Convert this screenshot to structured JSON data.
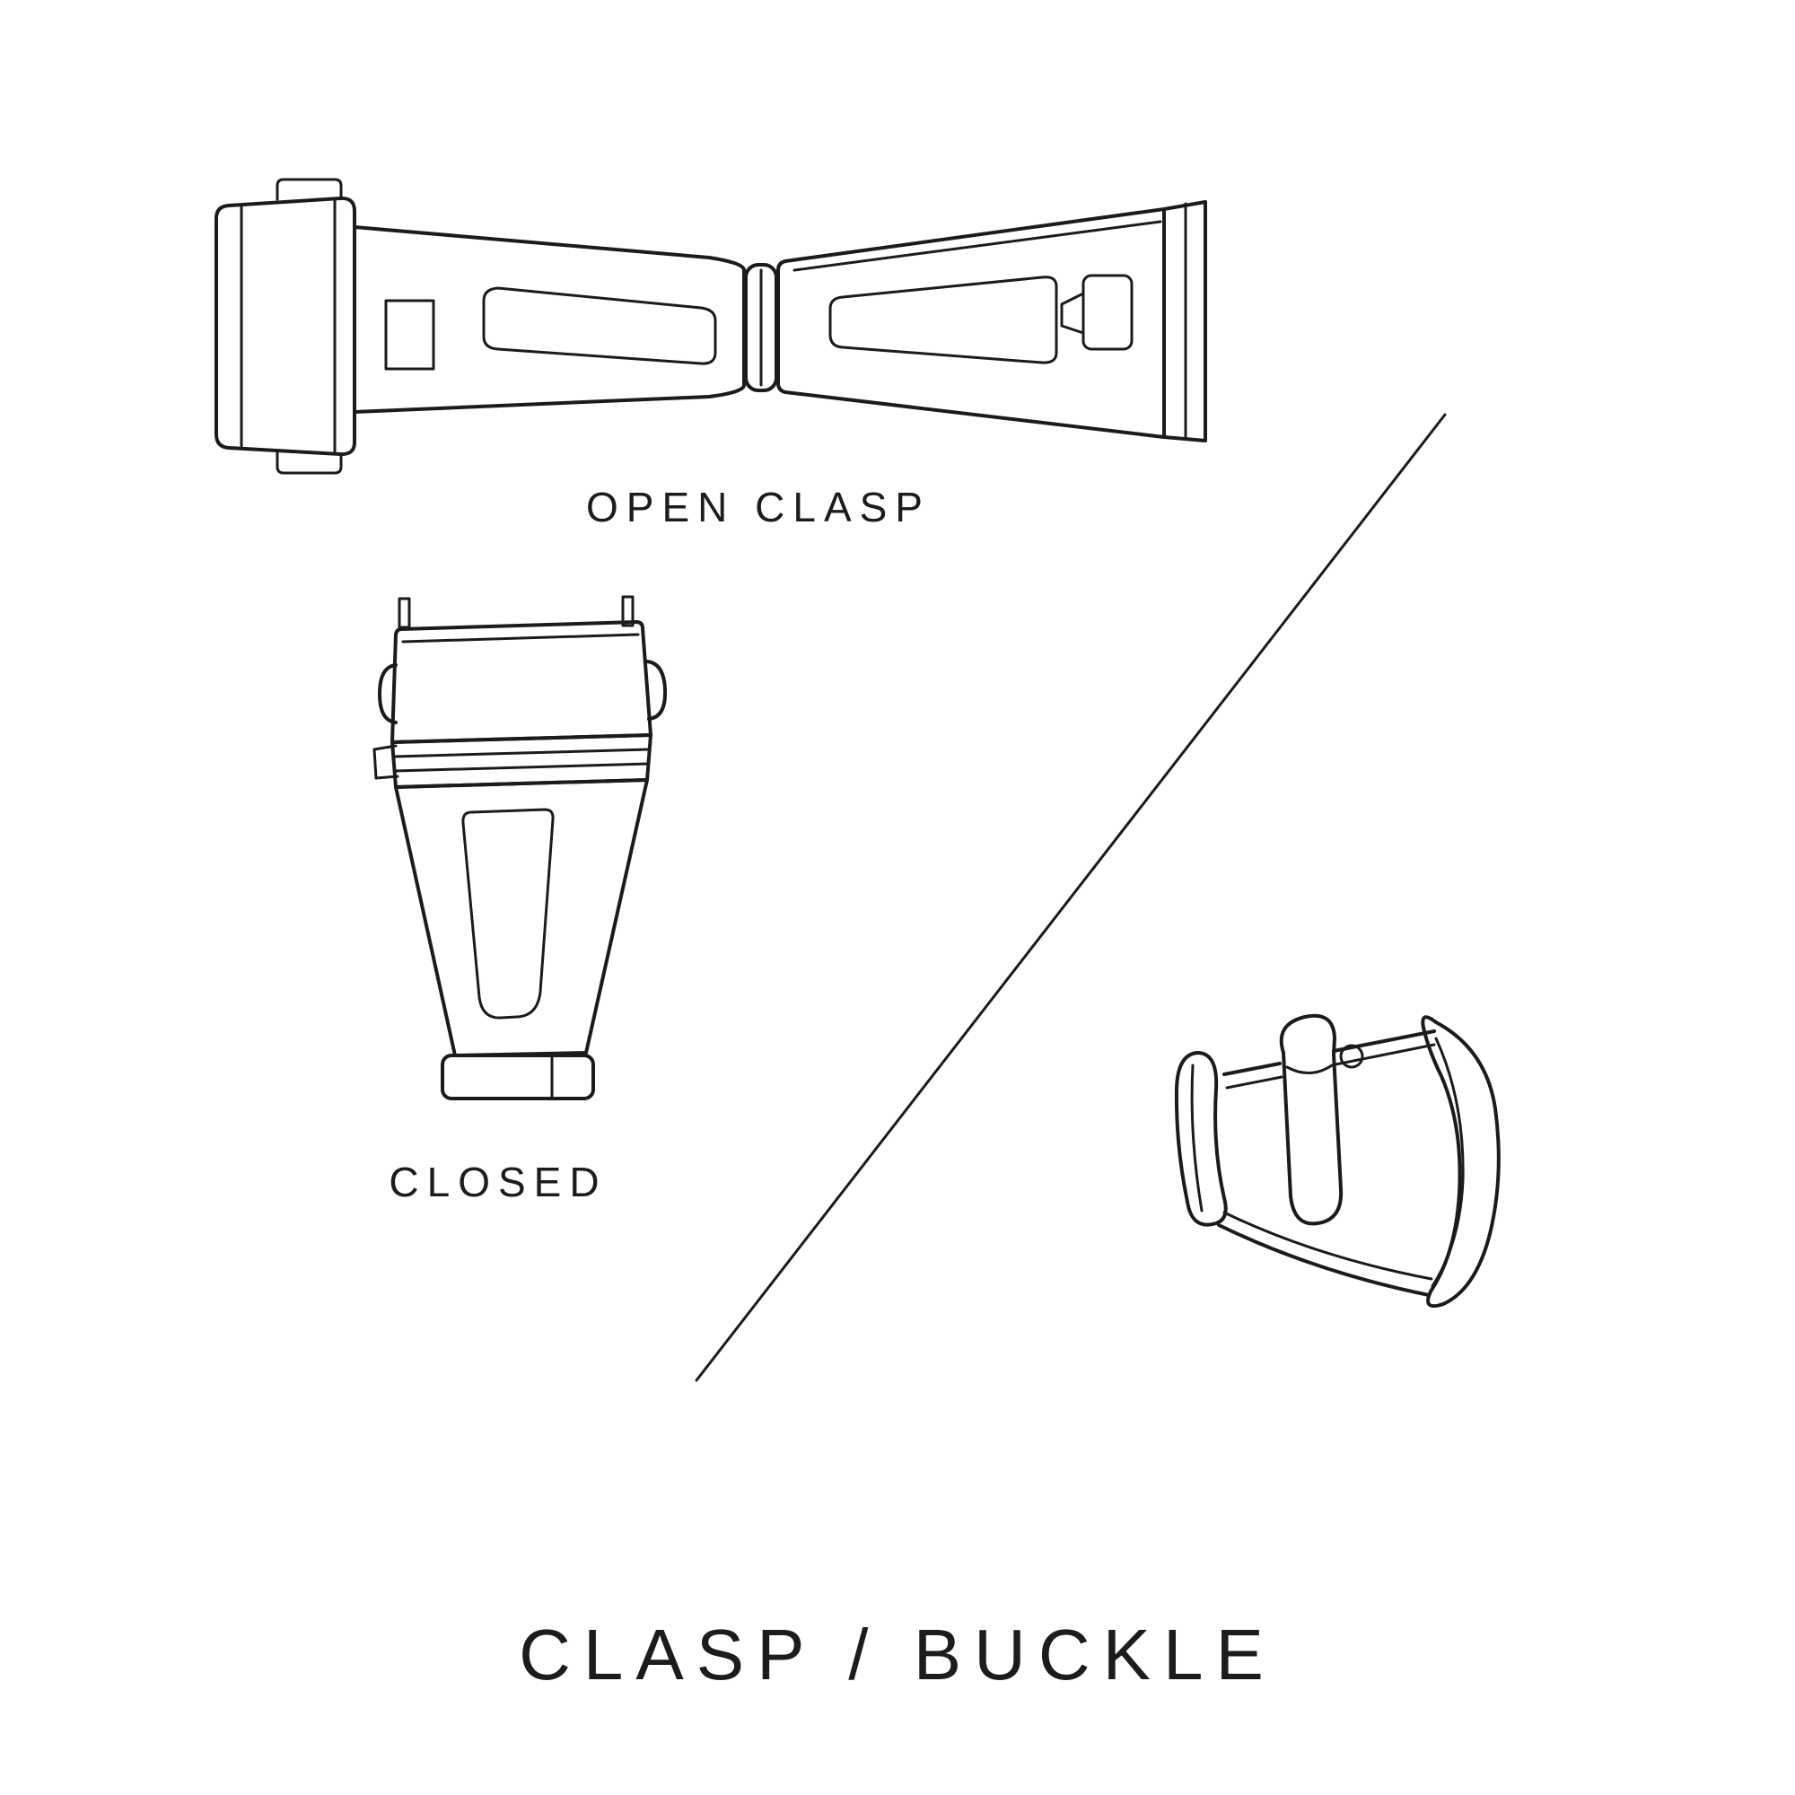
{
  "title": "CLASP / BUCKLE",
  "figures": {
    "open_clasp": {
      "label": "OPEN CLASP"
    },
    "closed_clasp": {
      "label": "CLOSED"
    },
    "tang_buckle": {
      "label": ""
    }
  },
  "illustrations": [
    "open-clasp-illustration",
    "closed-clasp-illustration",
    "tang-buckle-illustration",
    "divider-line"
  ],
  "colors": {
    "ink": "#1b1b1b",
    "background": "#ffffff"
  }
}
